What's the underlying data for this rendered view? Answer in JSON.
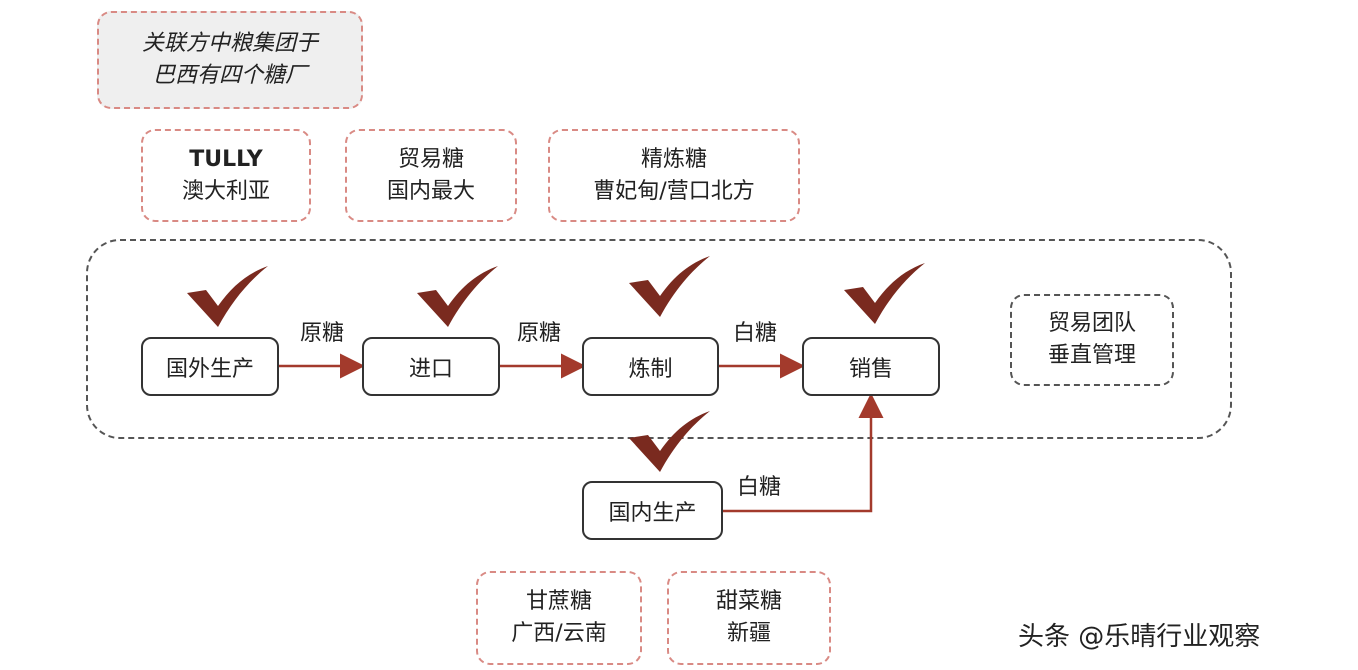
{
  "top_note": {
    "line1": "关联方中粮集团于",
    "line2": "巴西有四个糖厂"
  },
  "upper_notes": [
    {
      "line1": "TULLY",
      "line2": "澳大利亚"
    },
    {
      "line1": "贸易糖",
      "line2": "国内最大"
    },
    {
      "line1": "精炼糖",
      "line2": "曹妃甸/营口北方"
    }
  ],
  "nodes": {
    "foreign_production": "国外生产",
    "import": "进口",
    "refining": "炼制",
    "sales": "销售",
    "domestic_production": "国内生产"
  },
  "edges": {
    "raw_sugar_1": "原糖",
    "raw_sugar_2": "原糖",
    "white_sugar_1": "白糖",
    "white_sugar_2": "白糖"
  },
  "team_note": {
    "line1": "贸易团队",
    "line2": "垂直管理"
  },
  "lower_notes": [
    {
      "line1": "甘蔗糖",
      "line2": "广西/云南"
    },
    {
      "line1": "甜菜糖",
      "line2": "新疆"
    }
  ],
  "watermark": "头条 @乐晴行业观察",
  "colors": {
    "accent": "#a33a2c",
    "check": "#7a2a1f",
    "note_border": "#d98a84"
  },
  "icons": [
    "check-icon",
    "arrow-icon"
  ]
}
